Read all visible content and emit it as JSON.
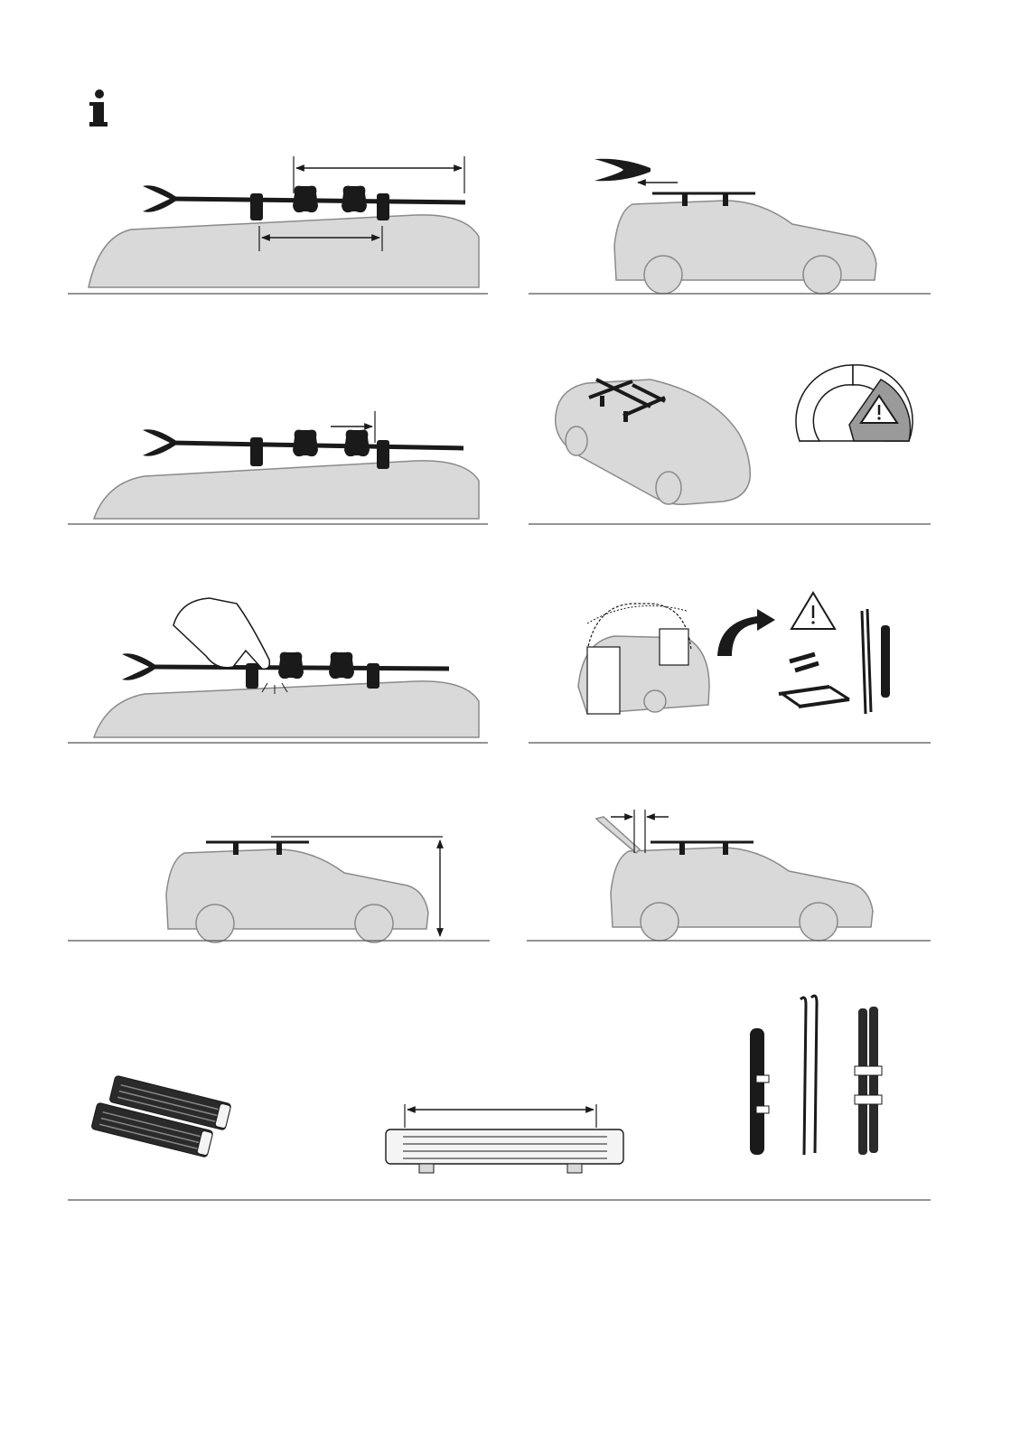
{
  "page": {
    "icon": "info-icon",
    "text": ""
  },
  "colors": {
    "car_fill": "#d9d9d9",
    "car_stroke": "#8a8a8a",
    "ink": "#1a1a1a",
    "rule": "#555555",
    "warning_fill": "#9a9a9a"
  },
  "panels": [
    {
      "id": "ski-spacing",
      "icon": "ski-spacing-diagram"
    },
    {
      "id": "load-direction",
      "icon": "load-direction-diagram"
    },
    {
      "id": "ski-overhang",
      "icon": "ski-overhang-diagram"
    },
    {
      "id": "speed-warning",
      "icon": "speed-warning-diagram"
    },
    {
      "id": "check-fastening",
      "icon": "check-fastening-diagram"
    },
    {
      "id": "remove-when-unused",
      "icon": "remove-rack-diagram"
    },
    {
      "id": "vehicle-height",
      "icon": "vehicle-height-diagram"
    },
    {
      "id": "tailgate-clearance",
      "icon": "tailgate-clearance-diagram"
    },
    {
      "id": "carrier-overview",
      "icon": "carrier-overview-diagram"
    }
  ]
}
